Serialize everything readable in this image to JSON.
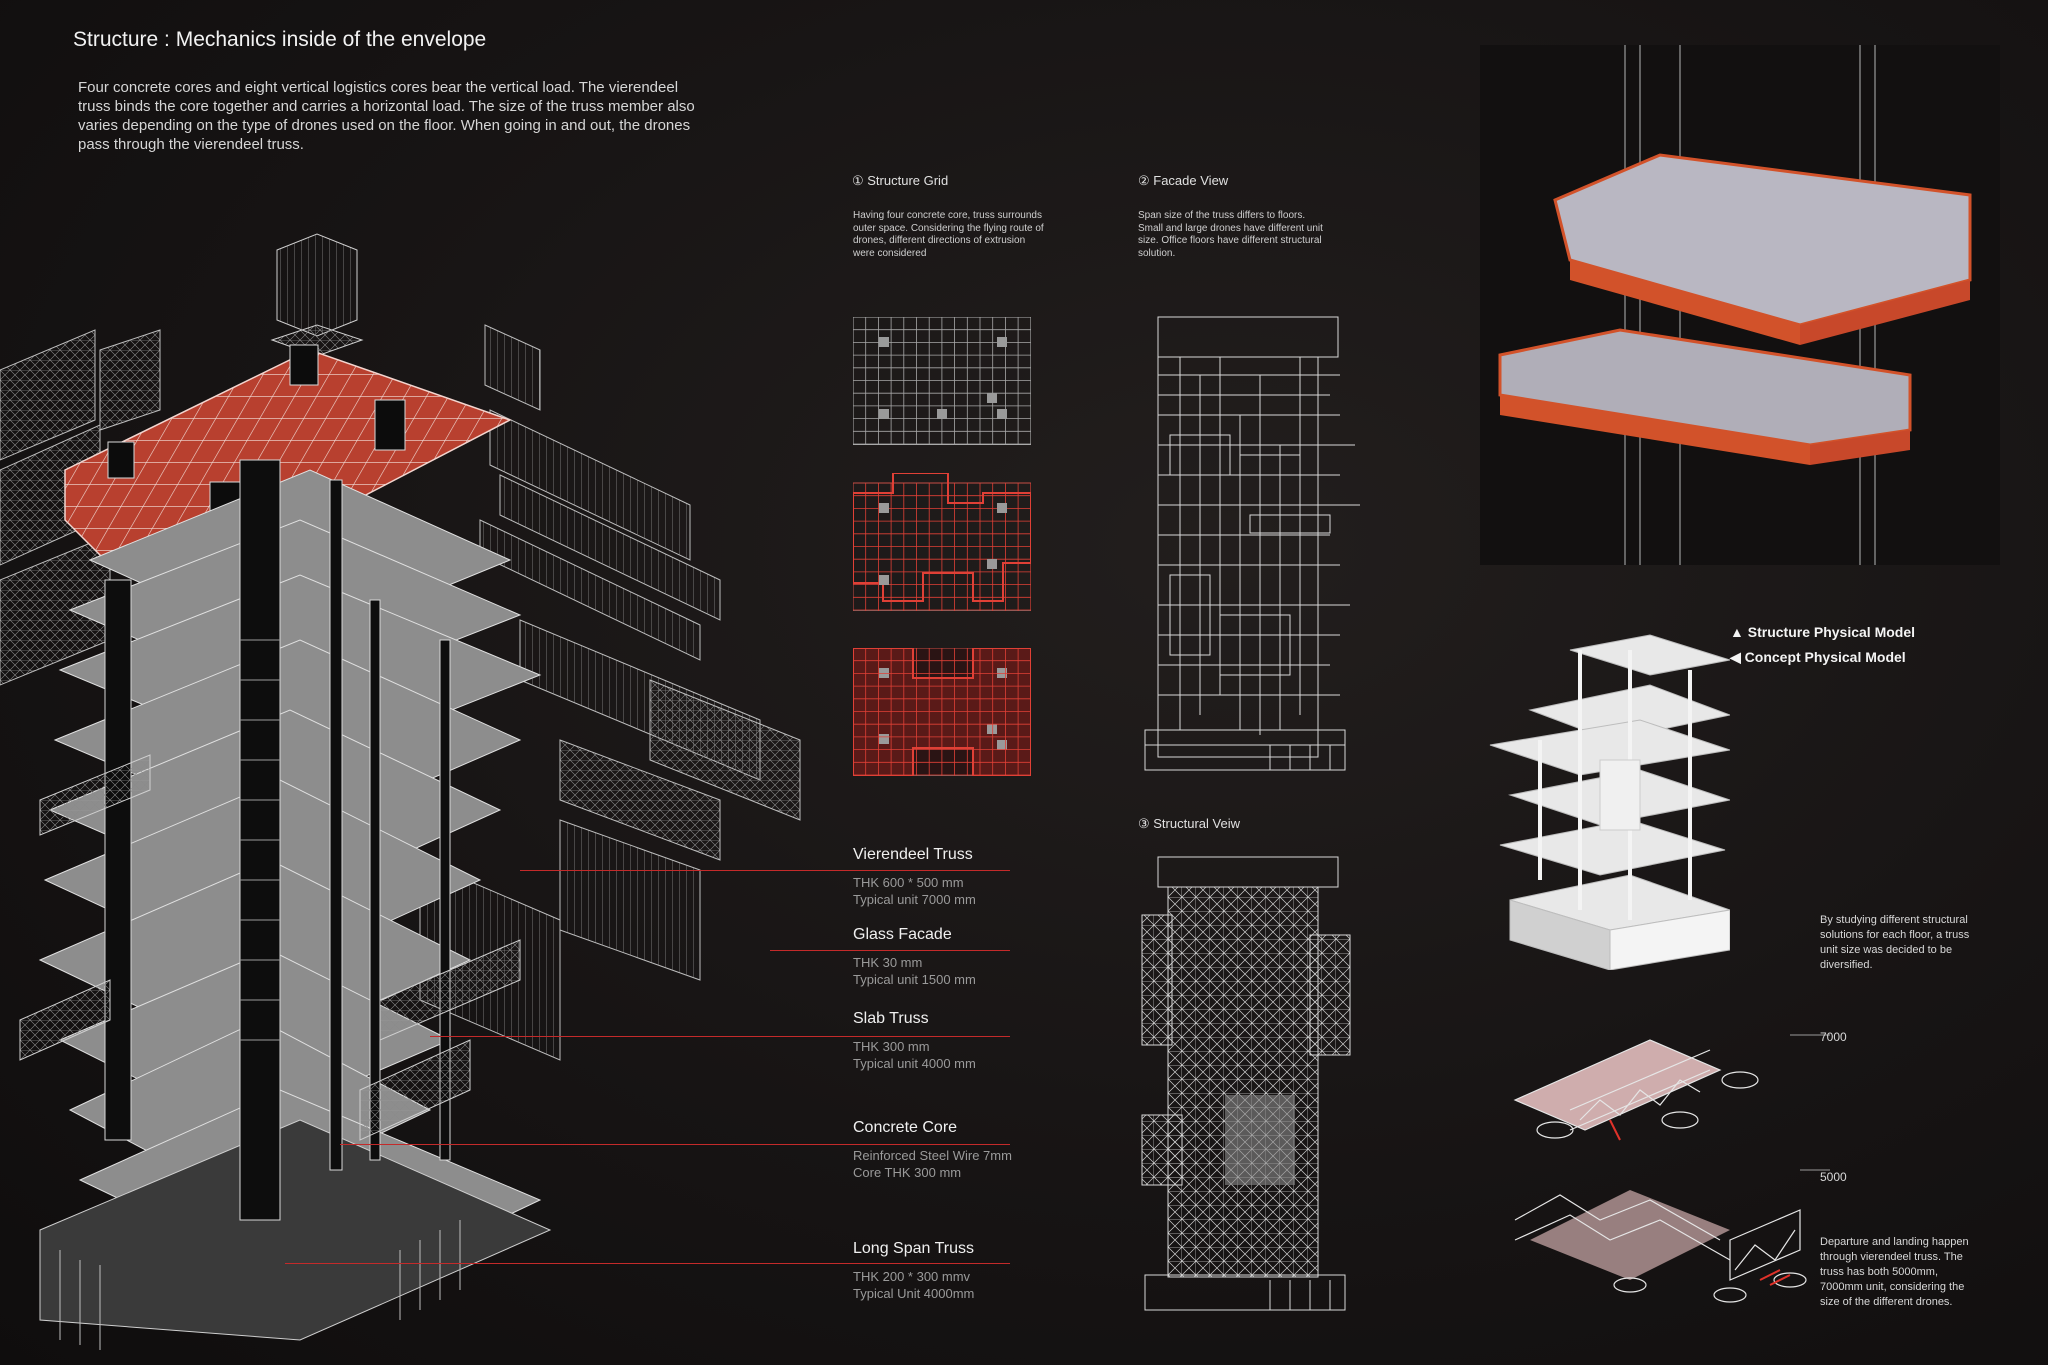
{
  "header": {
    "title": "Structure : Mechanics inside of the envelope",
    "intro": "Four concrete cores and eight vertical logistics cores bear the vertical load. The vierendeel truss binds the core together and carries a horizontal load. The size of the truss member also varies depending on the type of drones used on the floor. When going in and out, the drones pass through the vierendeel truss."
  },
  "sections": {
    "grid": {
      "title": "① Structure Grid",
      "desc": "Having four concrete core, truss surrounds outer space. Considering the flying route of drones, different directions of extrusion were considered"
    },
    "facade": {
      "title": "② Facade View",
      "desc": "Span size of the truss differs to floors. Small and large drones have different unit size. Office floors have different structural solution."
    },
    "structural": {
      "title": "③ Structural Veiw"
    }
  },
  "labels": [
    {
      "title": "Vierendeel Truss",
      "line1": "THK 600 * 500 mm",
      "line2": "Typical unit 7000 mm"
    },
    {
      "title": "Glass Facade",
      "line1": "THK 30 mm",
      "line2": "Typical unit 1500 mm"
    },
    {
      "title": "Slab Truss",
      "line1": "THK 300 mm",
      "line2": "Typical unit 4000 mm"
    },
    {
      "title": "Concrete Core",
      "line1": "Reinforced Steel Wire 7mm",
      "line2": "Core THK 300 mm"
    },
    {
      "title": "Long Span Truss",
      "line1": "THK 200 * 300 mmv",
      "line2": "Typical Unit 4000mm"
    }
  ],
  "legend": {
    "structure": "Structure Physical Model",
    "concept": "Concept Physical Model"
  },
  "notes": {
    "study": "By studying different structural solutions for each floor, a truss unit size was decided to be diversified.",
    "drones": "Departure and landing happen through vierendeel truss. The truss has both 5000mm, 7000mm unit, considering the size of the different drones."
  },
  "dims": {
    "large": "7000",
    "small": "5000"
  },
  "colors": {
    "accent": "#d9382f",
    "background": "#151313",
    "model_orange": "#d2522a"
  }
}
